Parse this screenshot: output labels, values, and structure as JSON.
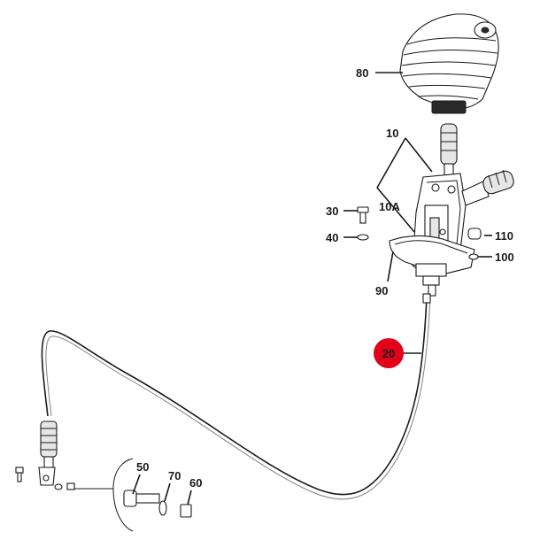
{
  "callouts": {
    "p80": "80",
    "p10": "10",
    "p10a": "10A",
    "p30": "30",
    "p40": "40",
    "p110": "110",
    "p100": "100",
    "p90": "90",
    "p20": "20",
    "p50": "50",
    "p70": "70",
    "p60": "60"
  },
  "colors": {
    "highlight": "#e2001a",
    "line": "#1a1a1a"
  }
}
